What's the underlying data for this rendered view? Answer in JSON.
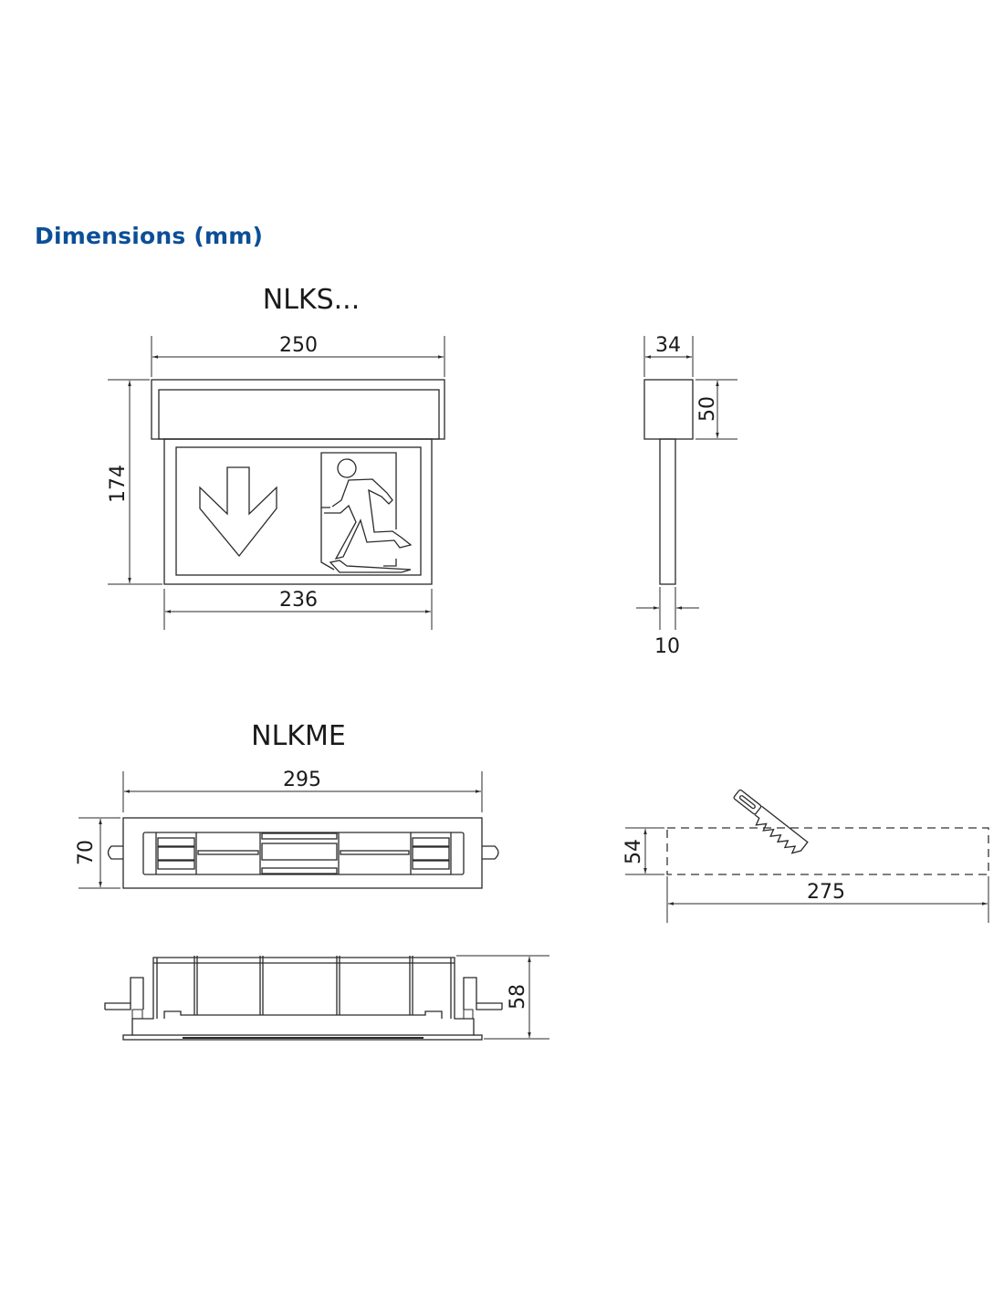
{
  "heading": "Dimensions (mm)",
  "colors": {
    "heading": "#0b4f97",
    "lines": "#2a2a2a"
  },
  "nlks": {
    "title": "NLKS...",
    "front": {
      "width_top": "250",
      "height": "174",
      "width_bottom": "236"
    },
    "side": {
      "depth": "34",
      "cap_height": "50",
      "panel_thickness": "10"
    }
  },
  "nlkme": {
    "title": "NLKME",
    "top": {
      "width": "295",
      "height": "70"
    },
    "side": {
      "height": "58"
    },
    "cutout": {
      "height": "54",
      "width": "275",
      "icon": "saw-icon"
    }
  }
}
